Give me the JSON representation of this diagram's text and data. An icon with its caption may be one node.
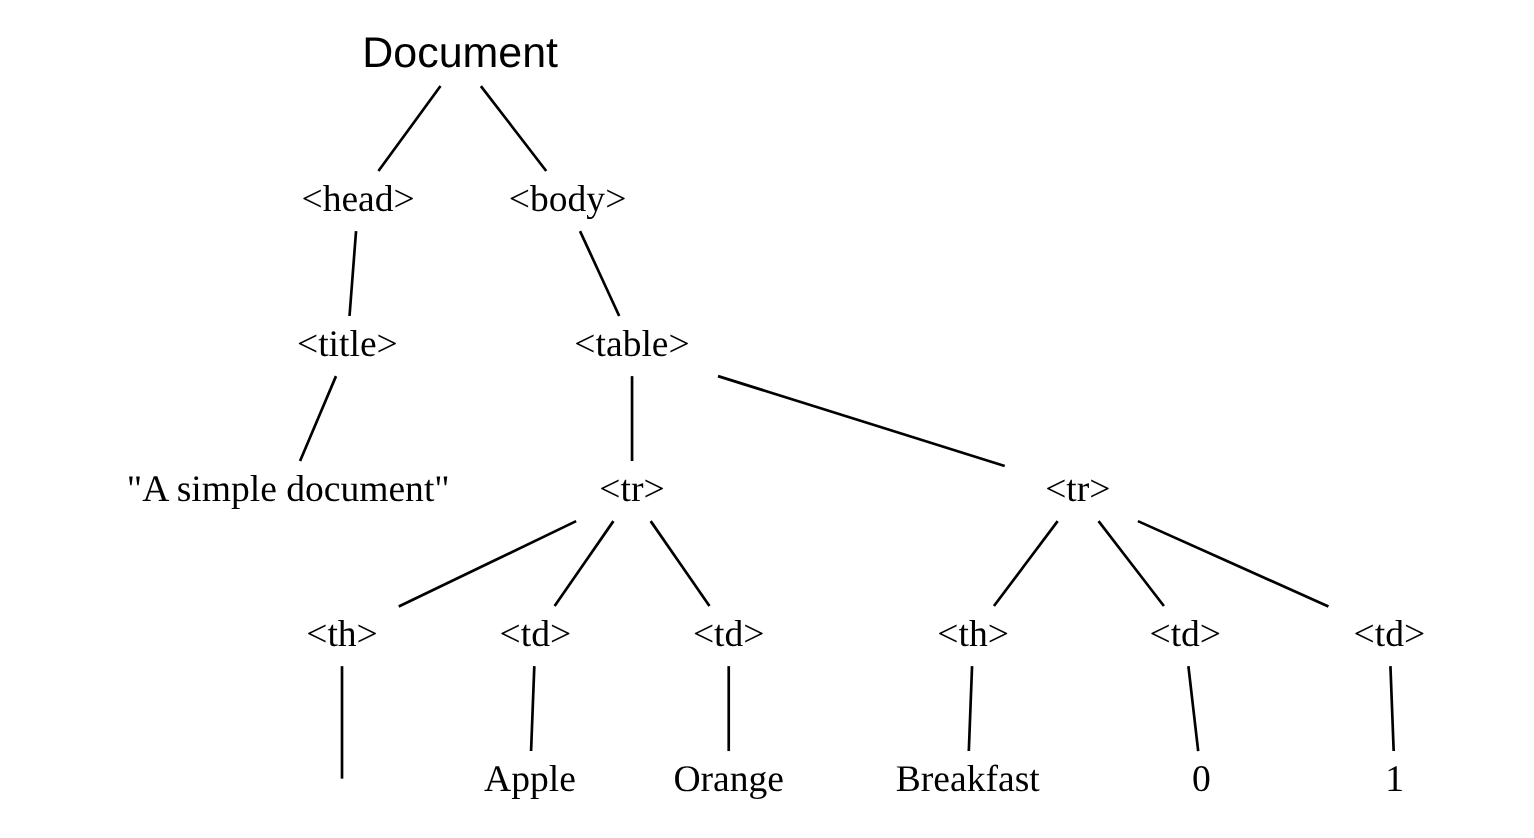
{
  "diagram": {
    "nodes": [
      {
        "text": [
          "Document"
        ]
      },
      {
        "text": [
          "<head>"
        ]
      },
      {
        "text": [
          "<body>"
        ]
      },
      {
        "text": [
          "<title>"
        ]
      },
      {
        "text": [
          "\"A simple document\""
        ]
      },
      {
        "text": [
          "<table>"
        ]
      },
      {
        "text": [
          "<tr>"
        ]
      },
      {
        "text": [
          "<tr>"
        ]
      },
      {
        "text": [
          "<th>"
        ]
      },
      {
        "text": [
          "<td>"
        ]
      },
      {
        "text": [
          "<td>"
        ]
      },
      {
        "text": [
          "<th>"
        ]
      },
      {
        "text": [
          "<td>"
        ]
      },
      {
        "text": [
          "<td>"
        ]
      },
      {
        "text": [
          "Apple"
        ]
      },
      {
        "text": [
          "Orange"
        ]
      },
      {
        "text": [
          "Breakfast"
        ]
      },
      {
        "text": [
          "0"
        ]
      },
      {
        "text": [
          "1"
        ]
      }
    ],
    "edges": [
      {
        "from": 0,
        "to": 1,
        "arrow": "none"
      },
      {
        "from": 0,
        "to": 2,
        "arrow": "none"
      },
      {
        "from": 1,
        "to": 3,
        "arrow": "none"
      },
      {
        "from": 3,
        "to": 4,
        "arrow": "none"
      },
      {
        "from": 2,
        "to": 5,
        "arrow": "none"
      },
      {
        "from": 5,
        "to": 6,
        "arrow": "none"
      },
      {
        "from": 5,
        "to": 7,
        "arrow": "none"
      },
      {
        "from": 6,
        "to": 8,
        "arrow": "none"
      },
      {
        "from": 6,
        "to": 9,
        "arrow": "none"
      },
      {
        "from": 6,
        "to": 10,
        "arrow": "none"
      },
      {
        "from": 7,
        "to": 11,
        "arrow": "none"
      },
      {
        "from": 7,
        "to": 12,
        "arrow": "none"
      },
      {
        "from": 7,
        "to": 13,
        "arrow": "none"
      },
      {
        "from": 8,
        "to": null,
        "arrow": "none"
      },
      {
        "from": 9,
        "to": 14,
        "arrow": "none"
      },
      {
        "from": 10,
        "to": 15,
        "arrow": "none"
      },
      {
        "from": 11,
        "to": 16,
        "arrow": "none"
      },
      {
        "from": 12,
        "to": 17,
        "arrow": "none"
      },
      {
        "from": 13,
        "to": 18,
        "arrow": "none"
      }
    ]
  }
}
